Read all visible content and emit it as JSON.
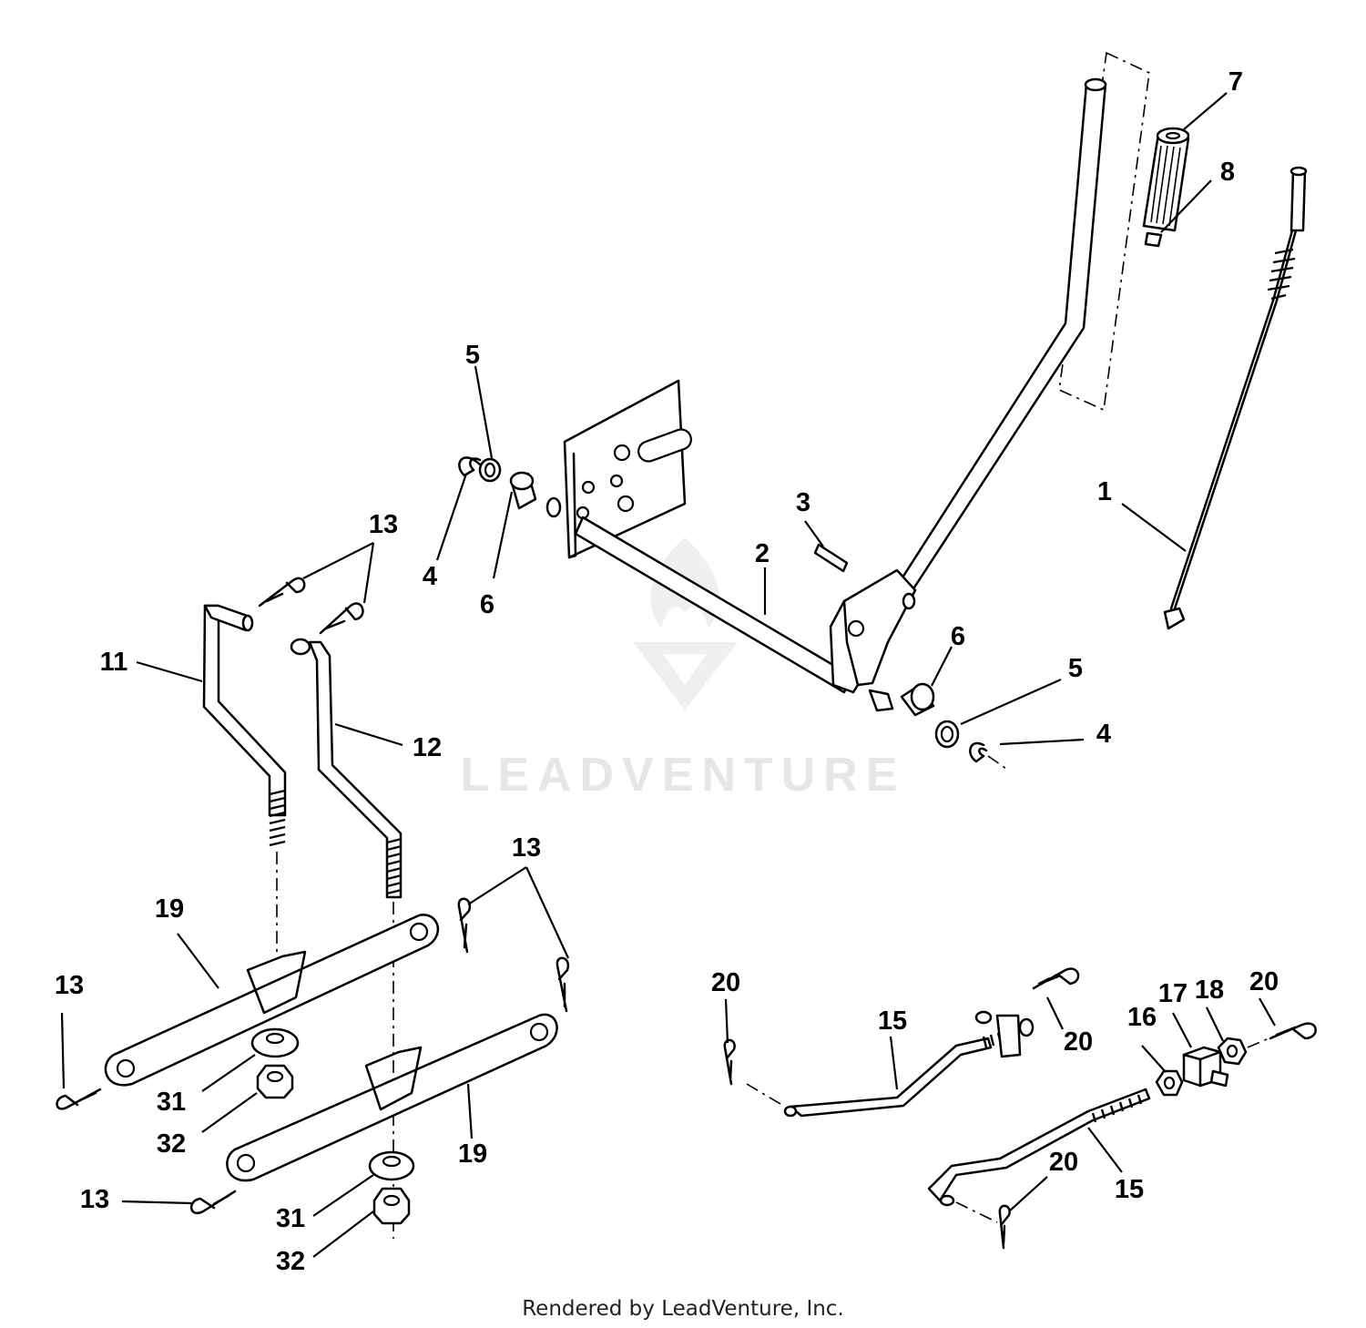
{
  "watermark": {
    "brand": "LEADVENTURE"
  },
  "footer": {
    "credit": "Rendered by LeadVenture, Inc."
  },
  "callouts": {
    "p1": "1",
    "p2": "2",
    "p3": "3",
    "p4a": "4",
    "p4b": "4",
    "p5a": "5",
    "p5b": "5",
    "p6a": "6",
    "p6b": "6",
    "p7": "7",
    "p8": "8",
    "p11": "11",
    "p12": "12",
    "p13a": "13",
    "p13b": "13",
    "p13c": "13",
    "p13d": "13",
    "p15a": "15",
    "p15b": "15",
    "p16": "16",
    "p17": "17",
    "p18": "18",
    "p19a": "19",
    "p19b": "19",
    "p20a": "20",
    "p20b": "20",
    "p20c": "20",
    "p20d": "20",
    "p31a": "31",
    "p31b": "31",
    "p32a": "32",
    "p32b": "32"
  }
}
